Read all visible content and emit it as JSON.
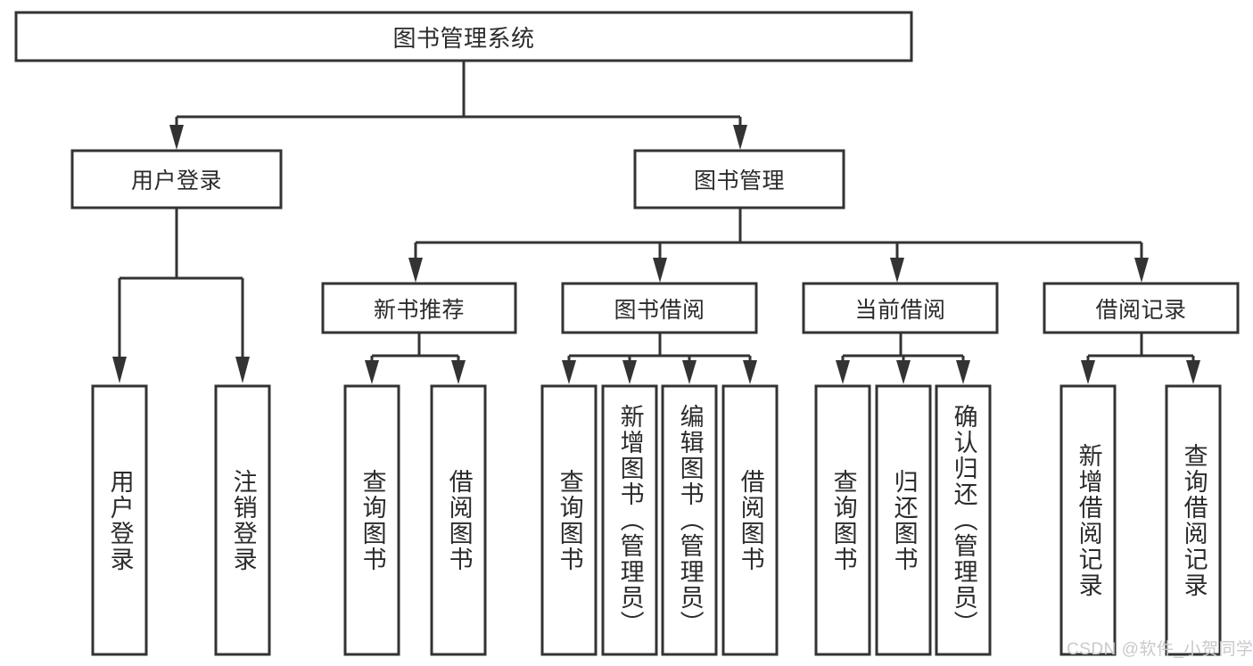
{
  "diagram": {
    "title": "图书管理系统",
    "type": "tree-hierarchy-diagram",
    "colors": {
      "stroke": "#333333",
      "fill": "#ffffff",
      "text": "#2b2b2b",
      "watermark": "#c9c9c9"
    },
    "root": {
      "label": "图书管理系统"
    },
    "level2": [
      {
        "label": "用户登录"
      },
      {
        "label": "图书管理"
      }
    ],
    "level3": [
      {
        "label": "新书推荐"
      },
      {
        "label": "图书借阅"
      },
      {
        "label": "当前借阅"
      },
      {
        "label": "借阅记录"
      }
    ],
    "leaves": {
      "user_login": [
        {
          "label": "用户登录"
        },
        {
          "label": "注销登录"
        }
      ],
      "new_book_recommend": [
        {
          "label": "查询图书"
        },
        {
          "label": "借阅图书"
        }
      ],
      "book_borrow": [
        {
          "label": "查询图书"
        },
        {
          "label": "新增图书（管理员）"
        },
        {
          "label": "编辑图书（管理员）"
        },
        {
          "label": "借阅图书"
        }
      ],
      "current_borrow": [
        {
          "label": "查询图书"
        },
        {
          "label": "归还图书"
        },
        {
          "label": "确认归还（管理员）"
        }
      ],
      "borrow_records": [
        {
          "label": "新增借阅记录"
        },
        {
          "label": "查询借阅记录"
        }
      ]
    }
  },
  "watermark": {
    "text": "CSDN @软件_小贺同学"
  }
}
